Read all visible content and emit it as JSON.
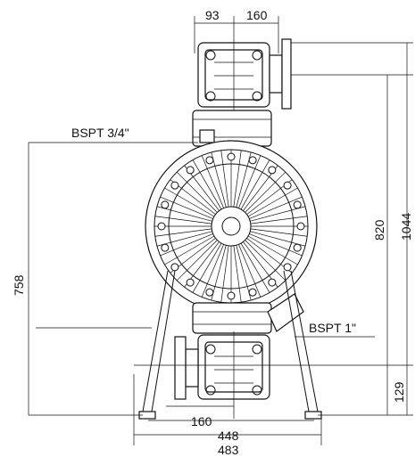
{
  "dimensions": {
    "top_left": "93",
    "top_right": "160",
    "bottom_160": "160",
    "bottom_448": "448",
    "bottom_483": "483",
    "height_758": "758",
    "height_820": "820",
    "height_1044": "1044",
    "height_129": "129"
  },
  "labels": {
    "inlet": "BSPT 3/4\"",
    "outlet": "BSPT 1\""
  }
}
